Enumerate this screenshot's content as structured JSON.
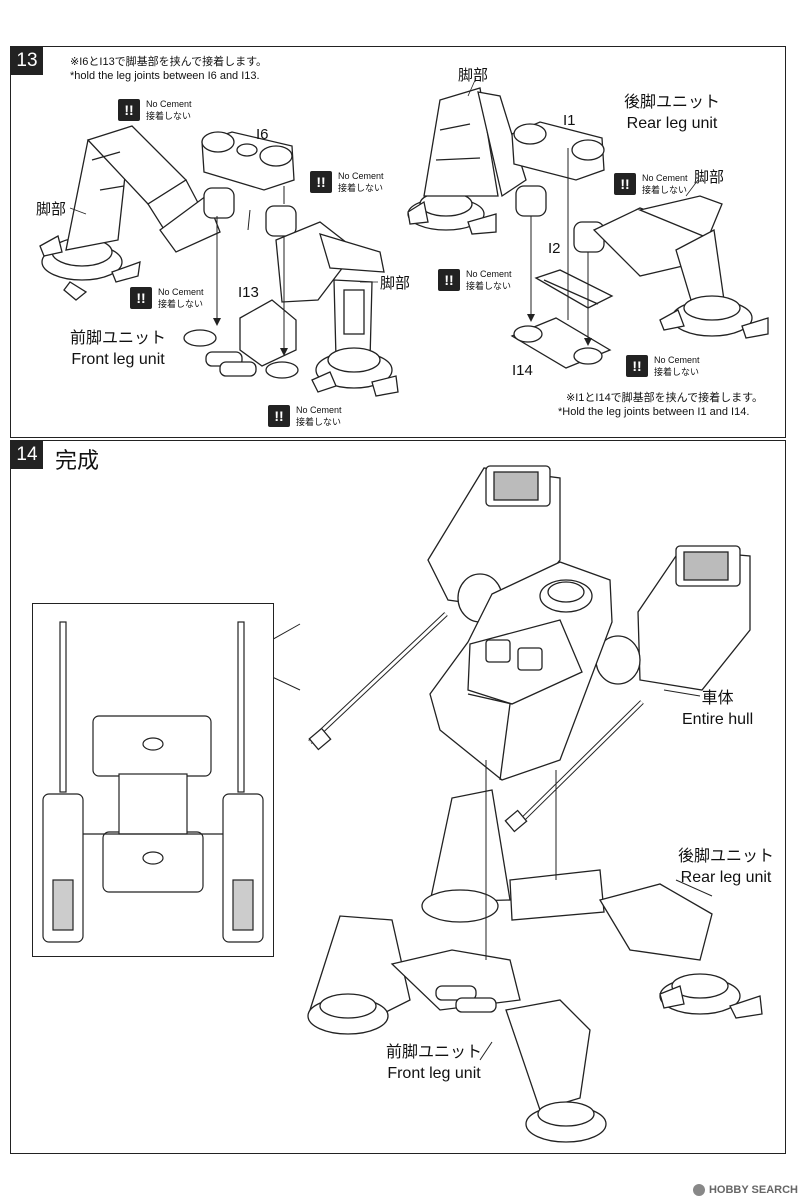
{
  "step13": {
    "number": "13",
    "note1_jp": "※I6とI13で脚基部を挟んで接着します。",
    "note1_en": "*hold the leg joints between I6 and I13.",
    "note2_jp": "※I1とI14で脚基部を挟んで接着します。",
    "note2_en": "*Hold the leg joints between I1 and I14.",
    "front_unit_jp": "前脚ユニット",
    "front_unit_en": "Front leg unit",
    "rear_unit_jp": "後脚ユニット",
    "rear_unit_en": "Rear leg unit",
    "leg_label": "脚部",
    "parts": {
      "i6": "I6",
      "i13": "I13",
      "i1": "I1",
      "i2": "I2",
      "i14": "I14"
    },
    "no_cement": {
      "icon": "!!",
      "en": "No Cement",
      "jp": "接着しない"
    }
  },
  "step14": {
    "number": "14",
    "title": "完成",
    "hull_jp": "車体",
    "hull_en": "Entire hull",
    "rear_unit_jp": "後脚ユニット",
    "rear_unit_en": "Rear leg unit",
    "front_unit_jp": "前脚ユニット",
    "front_unit_en": "Front leg unit"
  },
  "watermark": "HOBBY SEARCH"
}
